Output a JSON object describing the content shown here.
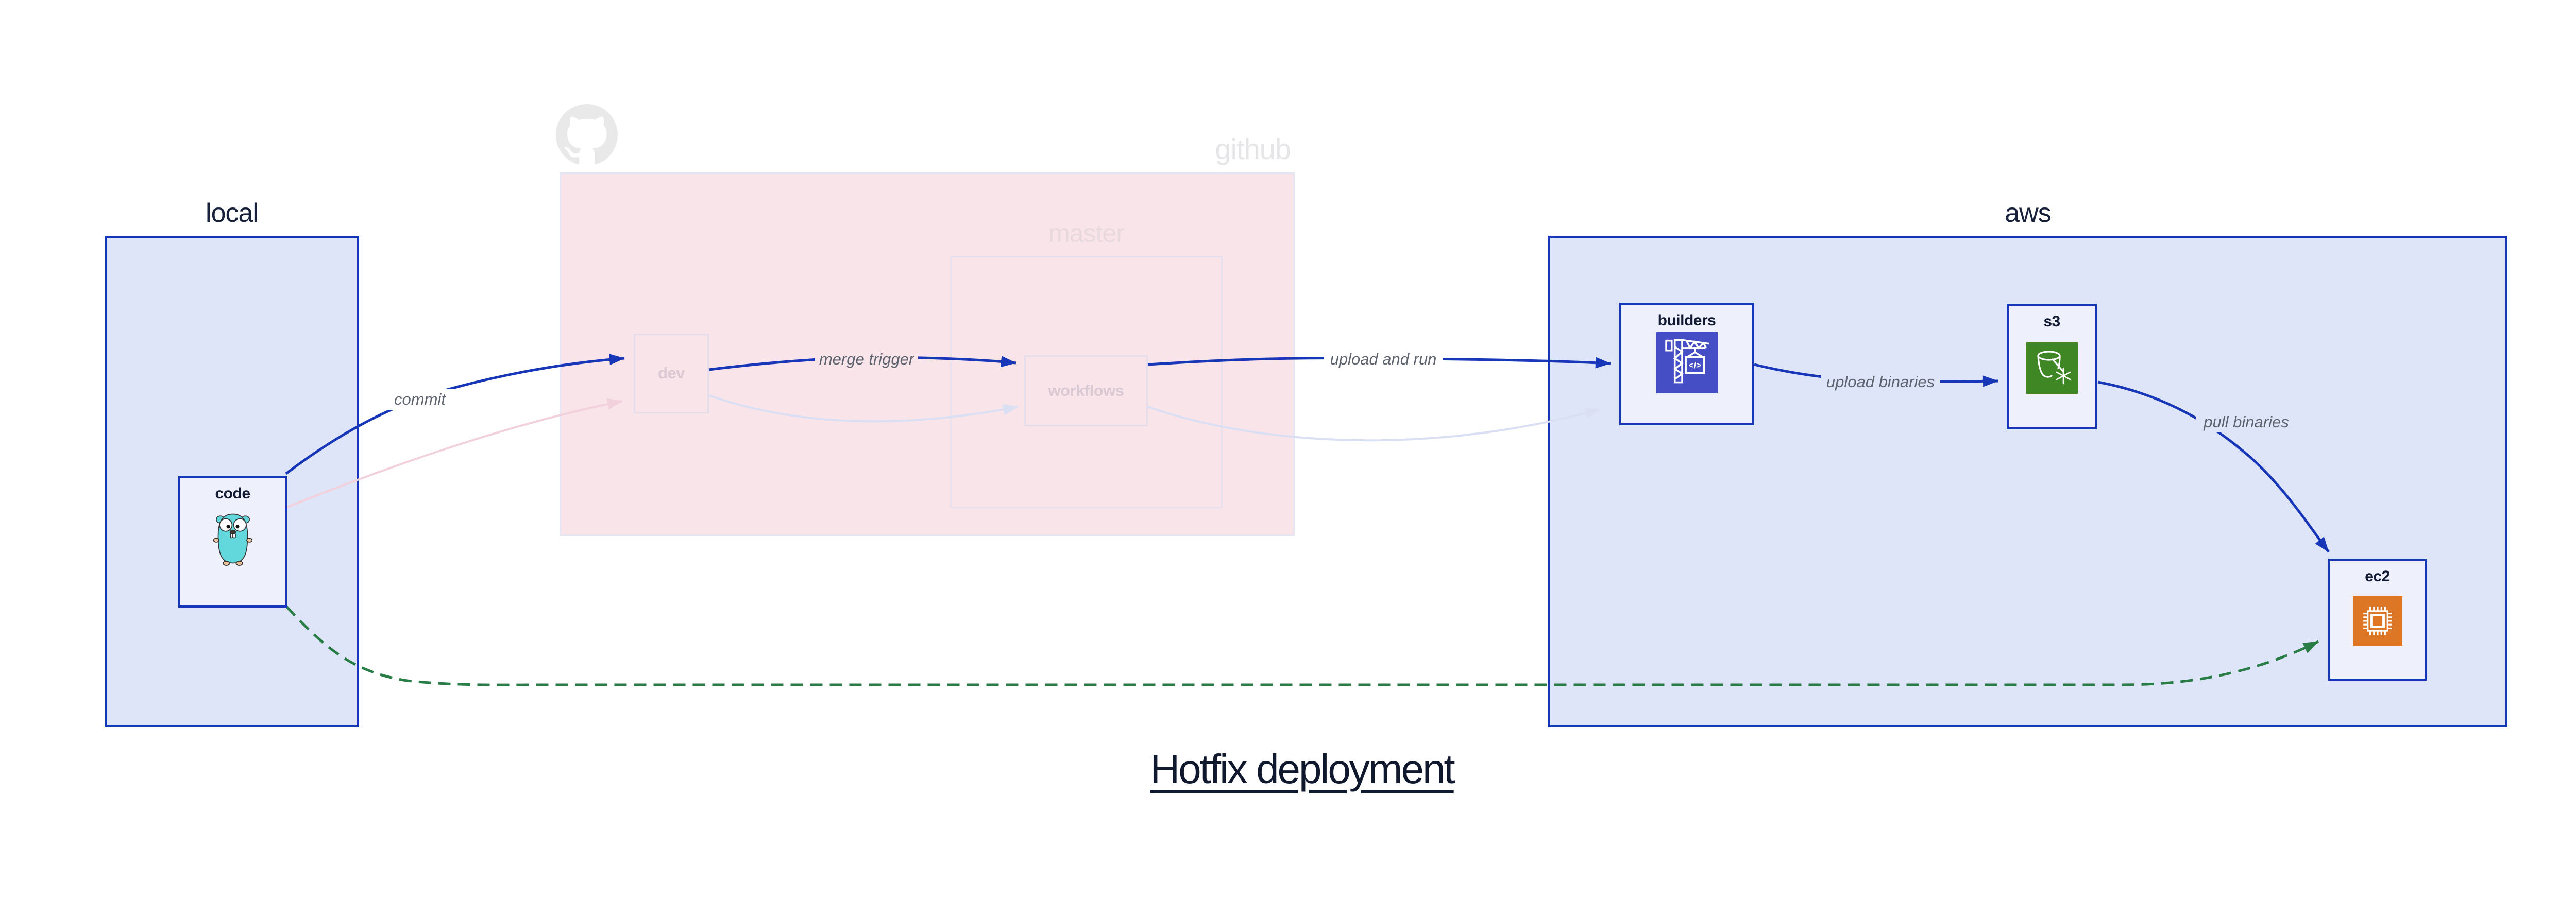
{
  "title": "Hotfix deployment",
  "containers": {
    "local": {
      "label": "local"
    },
    "github": {
      "label": "github"
    },
    "master": {
      "label": "master"
    },
    "aws": {
      "label": "aws"
    }
  },
  "nodes": {
    "code": {
      "label": "code",
      "icon": "go-gopher-icon"
    },
    "dev": {
      "label": "dev"
    },
    "workflows": {
      "label": "workflows"
    },
    "builders": {
      "label": "builders",
      "icon": "codebuild-crane-icon",
      "icon_glyph": "</>"
    },
    "s3": {
      "label": "s3",
      "icon": "s3-glacier-bucket-icon"
    },
    "ec2": {
      "label": "ec2",
      "icon": "ec2-chip-icon"
    }
  },
  "edges": {
    "commit": {
      "label": "commit",
      "from": "code",
      "to": "dev",
      "style": "solid-blue"
    },
    "merge_trigger": {
      "label": "merge trigger",
      "from": "dev",
      "to": "workflows",
      "style": "solid-blue"
    },
    "upload_and_run": {
      "label": "upload and run",
      "from": "workflows",
      "to": "builders",
      "style": "solid-blue"
    },
    "upload_binaries": {
      "label": "upload binaries",
      "from": "builders",
      "to": "s3",
      "style": "solid-blue"
    },
    "pull_binaries": {
      "label": "pull binaries",
      "from": "s3",
      "to": "ec2",
      "style": "solid-blue"
    },
    "code_dev_faded": {
      "from": "code",
      "to": "dev",
      "style": "faded-pink"
    },
    "dev_workflows_faded": {
      "from": "dev",
      "to": "workflows",
      "style": "faded-lavender"
    },
    "workflows_builders_faded": {
      "from": "workflows",
      "to": "builders",
      "style": "faded-lavender"
    },
    "code_ec2_hotfix": {
      "from": "code",
      "to": "ec2",
      "style": "dashed-green"
    }
  },
  "colors": {
    "edge_blue": "#1837b8",
    "edge_green": "#287c45",
    "edge_faded_pink": "#f2d0dc",
    "edge_faded_lavender": "#dadff3",
    "container_fill": "#dfe5f8",
    "container_border": "#1837b8",
    "node_fill": "#eef1fc",
    "github_fill": "#f9e4ea",
    "codebuild_purple": "#454ec4",
    "s3_green": "#3f8624",
    "ec2_orange": "#de7725",
    "gopher_teal": "#62d7dc",
    "label_gray": "#5d636e"
  }
}
